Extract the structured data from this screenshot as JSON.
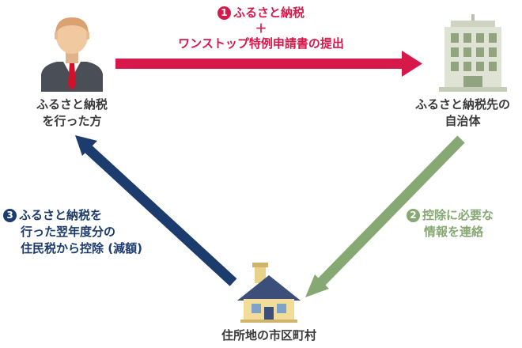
{
  "nodes": {
    "person": {
      "line1": "ふるさと納税",
      "line2": "を行った方"
    },
    "municipality": {
      "line1": "ふるさと納税先の",
      "line2": "自治体"
    },
    "residence": {
      "label": "住所地の市区町村"
    }
  },
  "steps": {
    "step1": {
      "number": "1",
      "line1": "ふるさと納税",
      "plus": "＋",
      "line2": "ワンストップ特例申請書の提出",
      "color": "#d6184a"
    },
    "step2": {
      "number": "2",
      "line1": "控除に必要な",
      "line2": "情報を連絡",
      "color": "#86a872"
    },
    "step3": {
      "number": "3",
      "line1": "ふるさと納税を",
      "line2": "行った翌年度分の",
      "line3": "住民税から控除 (減額)",
      "color": "#1d3c6e"
    }
  },
  "icons": {
    "person": "businessman-icon",
    "building": "office-building-icon",
    "house": "house-icon"
  }
}
